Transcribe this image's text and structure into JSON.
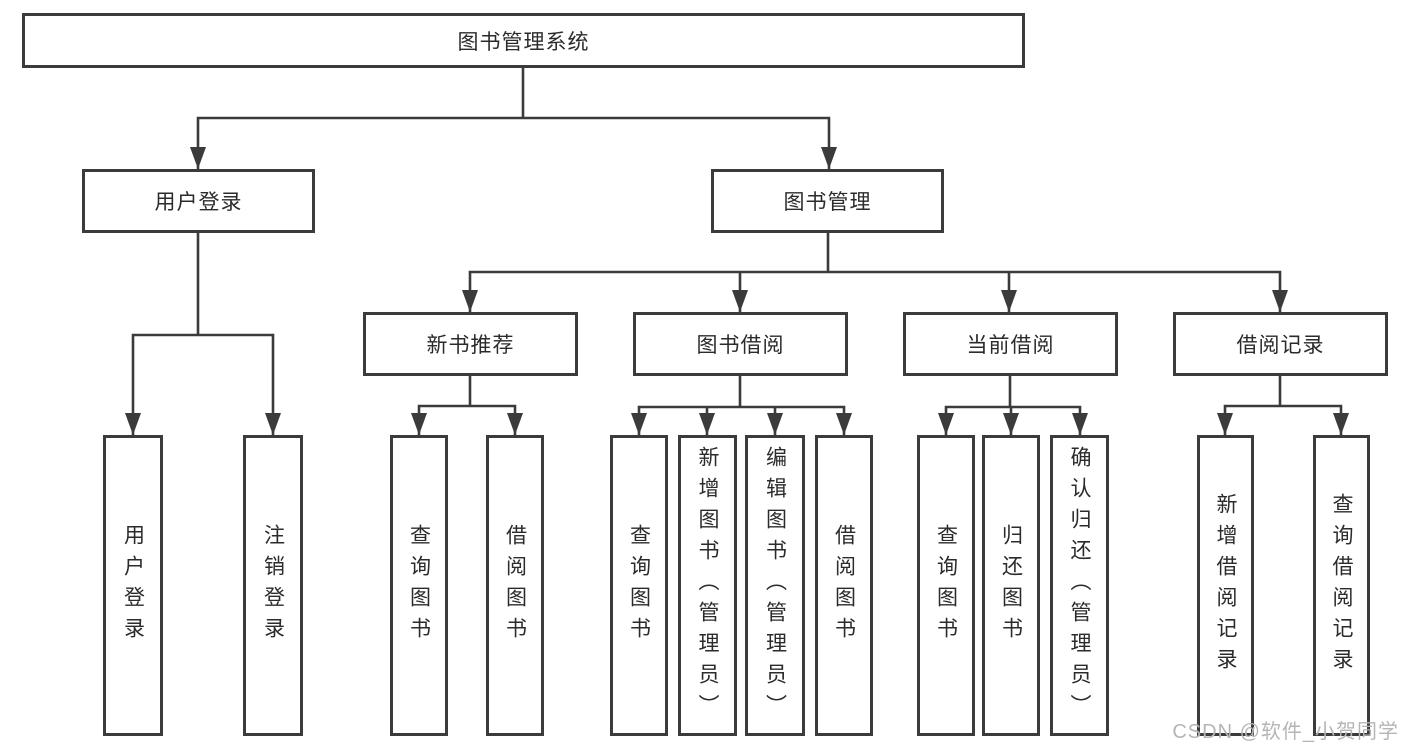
{
  "page": {
    "watermark": "CSDN @软件_小贺同学"
  },
  "colors": {
    "line": "#3b3b3b",
    "text": "#2b2b2b",
    "watermark": "#b5b5b5",
    "background": "#ffffff"
  },
  "tree": {
    "root": {
      "label": "图书管理系统"
    },
    "level2": [
      {
        "label": "用户登录"
      },
      {
        "label": "图书管理"
      }
    ],
    "level3": [
      {
        "label": "新书推荐"
      },
      {
        "label": "图书借阅"
      },
      {
        "label": "当前借阅"
      },
      {
        "label": "借阅记录"
      }
    ],
    "leafGroups": [
      {
        "items": [
          "用户登录",
          "注销登录"
        ]
      },
      {
        "items": [
          "查询图书",
          "借阅图书"
        ]
      },
      {
        "items": [
          "查询图书",
          "新增图书（管理员）",
          "编辑图书（管理员）",
          "借阅图书"
        ]
      },
      {
        "items": [
          "查询图书",
          "归还图书",
          "确认归还（管理员）"
        ]
      },
      {
        "items": [
          "新增借阅记录",
          "查询借阅记录"
        ]
      }
    ]
  }
}
